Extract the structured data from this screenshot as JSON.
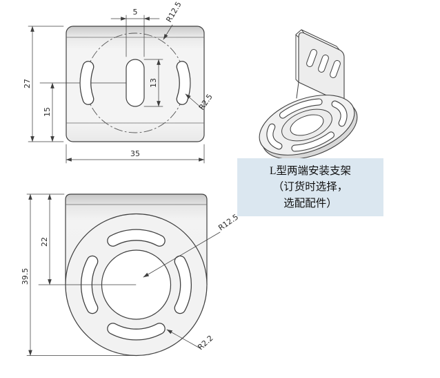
{
  "views": {
    "top_view": {
      "dim_slot_width": "5",
      "dim_overall_height": "27",
      "dim_center_height": "15",
      "dim_slot_length": "13",
      "dim_overall_width": "35",
      "dim_circle_radius": "R12.5",
      "dim_slot_radius": "R2.5"
    },
    "front_view": {
      "dim_center_offset": "22",
      "dim_overall_height": "39.5",
      "dim_ring_radius": "R12.5",
      "dim_slot_radius": "R2.2"
    },
    "iso_view": {
      "caption_line1": "L型两端安装支架",
      "caption_line2": "（订货时选择，",
      "caption_line3": "选配配件）"
    }
  },
  "colors": {
    "line": "#3f3f3f",
    "plate_fill": "#f1f1f1",
    "caption_bg": "#dbe7f0"
  }
}
